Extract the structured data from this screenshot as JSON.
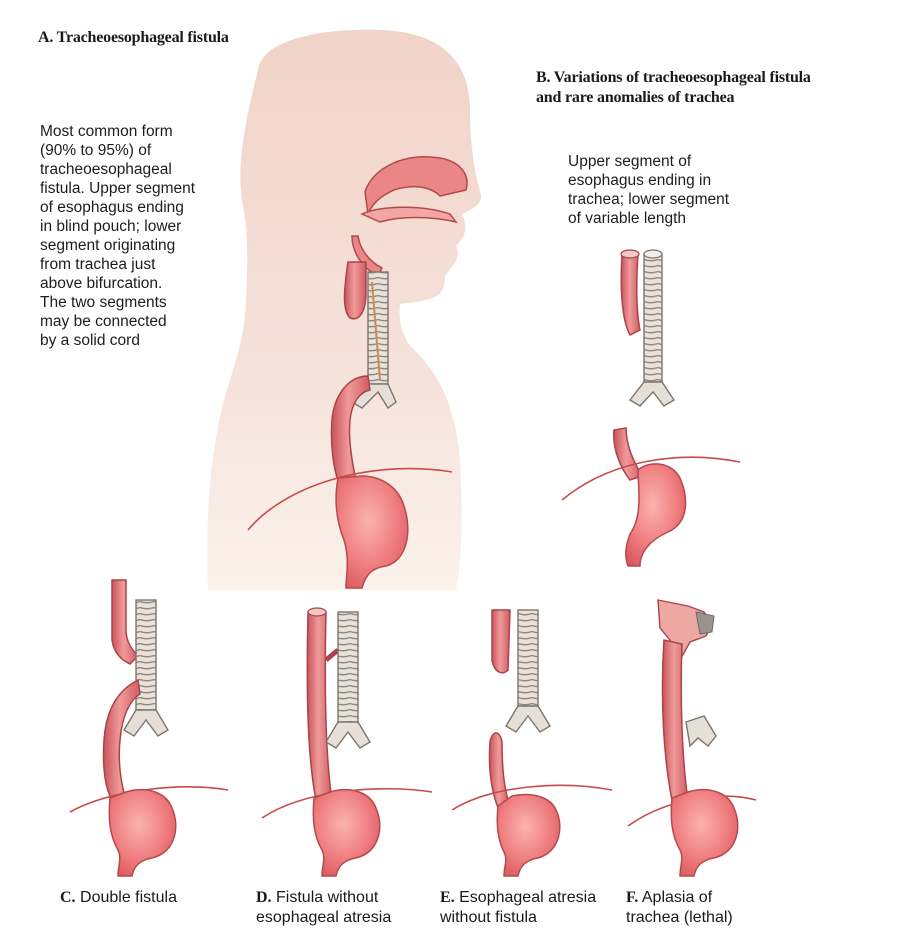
{
  "panel_a": {
    "title": "A. Tracheoesophageal fistula",
    "description_lines": [
      "Most common form",
      "(90% to 95%) of",
      "tracheoesophageal",
      "fistula. Upper segment",
      "of esophagus ending",
      "in blind pouch; lower",
      "segment originating",
      "from trachea just",
      "above bifurcation.",
      "The two segments",
      "may be connected",
      "by a solid cord"
    ]
  },
  "panel_b": {
    "title_lines": [
      "B. Variations of tracheoesophageal fistula",
      "and rare anomalies of trachea"
    ],
    "description_lines": [
      "Upper segment of",
      "esophagus ending in",
      "trachea; lower segment",
      "of variable length"
    ]
  },
  "captions": {
    "c": {
      "letter": "C.",
      "lines": [
        "Double fistula"
      ]
    },
    "d": {
      "letter": "D.",
      "lines": [
        "Fistula without",
        "esophageal atresia"
      ]
    },
    "e": {
      "letter": "E.",
      "lines": [
        "Esophageal atresia",
        "without fistula"
      ]
    },
    "f": {
      "letter": "F.",
      "lines": [
        "Aplasia of",
        "trachea (lethal)"
      ]
    }
  },
  "colors": {
    "head_silhouette": "#f2d6cc",
    "esophagus": "#e98585",
    "esophagus_outline": "#b84a4a",
    "trachea": "#e5dfd8",
    "trachea_outline": "#8a7f78",
    "stomach": "#f07e80",
    "diaphragm": "#c84a4a",
    "cartilage": "#9a948e"
  }
}
